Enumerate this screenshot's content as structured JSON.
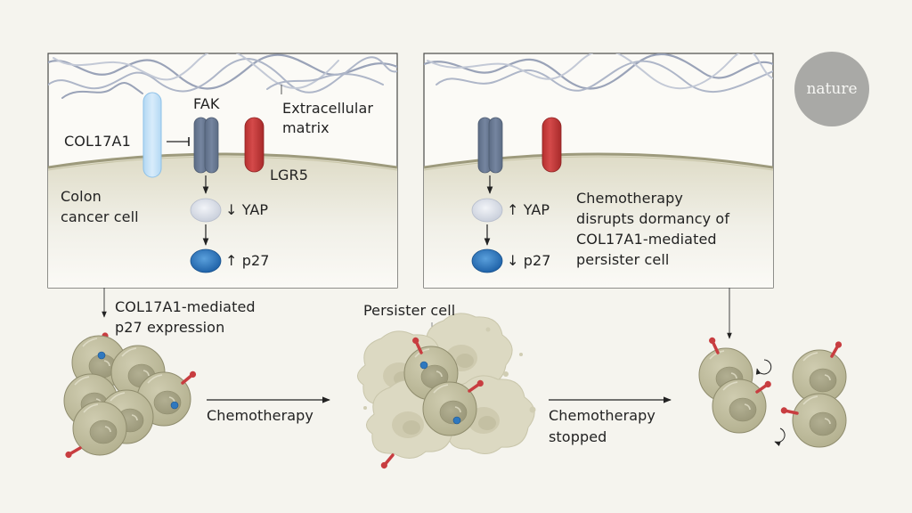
{
  "logo": {
    "text": "nature",
    "color": "#a9a9a6"
  },
  "colors": {
    "background": "#f5f4ee",
    "panel_fill": "#fbfaf6",
    "cytoplasm": "#e2dfcc",
    "membrane": "#9d9a7c",
    "col17a1": "#c9e4f8",
    "fak": "#687890",
    "lgr5": "#c83d40",
    "yap": "#dfe3ea",
    "p27": "#2f78bf",
    "cell": "#c2bfa0",
    "ecm_fiber": "#9aa3b8"
  },
  "left_panel": {
    "col17a1_label": "COL17A1",
    "fak_label": "FAK",
    "ecm_label_line1": "Extracellular",
    "ecm_label_line2": "matrix",
    "lgr5_label": "LGR5",
    "cell_label_line1": "Colon",
    "cell_label_line2": "cancer cell",
    "yap_label": "↓ YAP",
    "p27_label": "↑ p27"
  },
  "right_panel": {
    "yap_label": "↑ YAP",
    "p27_label": "↓ p27",
    "caption_lines": [
      "Chemotherapy",
      "disrupts dormancy of",
      "COL17A1-mediated",
      "persister cell"
    ]
  },
  "bottom": {
    "expression_line1": "COL17A1-mediated",
    "expression_line2": "p27 expression",
    "arrow1_label": "Chemotherapy",
    "persister_label": "Persister cell",
    "arrow2_label_line1": "Chemotherapy",
    "arrow2_label_line2": "stopped"
  }
}
